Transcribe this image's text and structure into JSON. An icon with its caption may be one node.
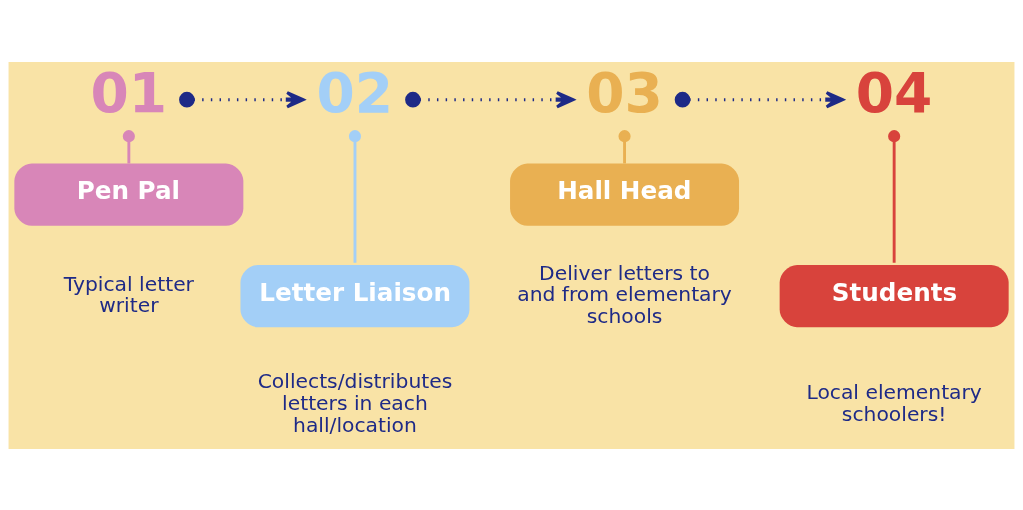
{
  "diagram": {
    "nodes": [
      {
        "text": [
          "01"
        ]
      },
      {
        "text": [
          "Pen Pal"
        ],
        "beside": [
          "Typical letter writer"
        ]
      },
      {
        "text": [
          "02"
        ]
      },
      {
        "text": [
          "Letter Liaison"
        ],
        "beside": [
          "Collects/distributes letters in each hall/location"
        ]
      },
      {
        "text": [
          "03"
        ]
      },
      {
        "text": [
          "Hall Head"
        ],
        "beside": [
          "Deliver letters to and from elementary schools"
        ]
      },
      {
        "text": [
          "04"
        ]
      },
      {
        "text": [
          "Students"
        ],
        "beside": [
          "Local elementary schoolers!"
        ]
      }
    ],
    "edges": [
      {
        "from": 0,
        "to": 2,
        "arrow": "to",
        "style": "dashed",
        "color": "#1e2a87"
      },
      {
        "from": 2,
        "to": 4,
        "arrow": "to",
        "style": "dashed",
        "color": "#1e2a87"
      },
      {
        "from": 4,
        "to": 6,
        "arrow": "to",
        "style": "dashed",
        "color": "#1e2a87"
      },
      {
        "from": 0,
        "to": 1,
        "arrow": "other",
        "color": "#d886b8"
      },
      {
        "from": 2,
        "to": 3,
        "arrow": "other",
        "color": "#a3cff7"
      },
      {
        "from": 4,
        "to": 5,
        "arrow": "other",
        "color": "#e9b052"
      },
      {
        "from": 6,
        "to": 7,
        "arrow": "other",
        "color": "#d8433c"
      }
    ]
  }
}
